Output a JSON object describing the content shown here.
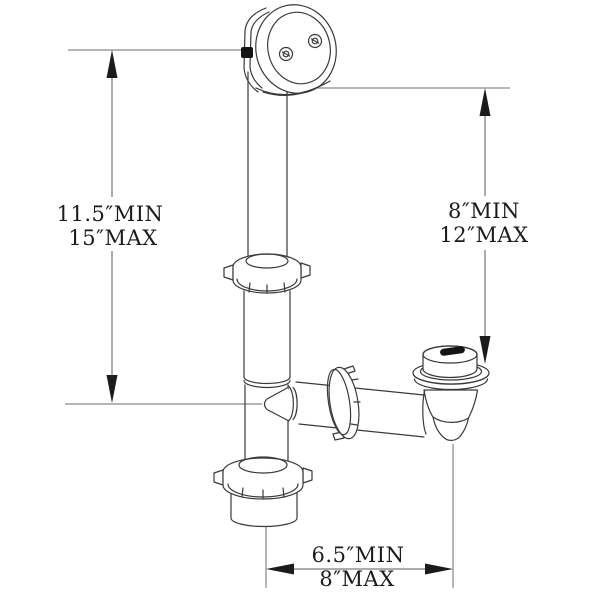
{
  "diagram": {
    "background_color": "#ffffff",
    "outline_color": "#3a3a3a",
    "dimension_line_color": "#5a5a5a",
    "arrow_color": "#1b1b1b",
    "label_color": "#1b1b1b",
    "slot_fill_color": "#141414",
    "labels": {
      "left": {
        "min": "11.5″MIN",
        "max": "15″MAX"
      },
      "right": {
        "min": "8″MIN",
        "max": "12″MAX"
      },
      "bottom": {
        "min": "6.5″MIN",
        "max": "8″MAX"
      }
    },
    "parts": [
      "overflow-faceplate",
      "overflow-tube",
      "upper-slip-nut",
      "tee-fitting",
      "waste-arm",
      "waste-arm-slip-nut",
      "drain-body-with-stopper",
      "lower-slip-nut",
      "waste-outlet"
    ]
  }
}
